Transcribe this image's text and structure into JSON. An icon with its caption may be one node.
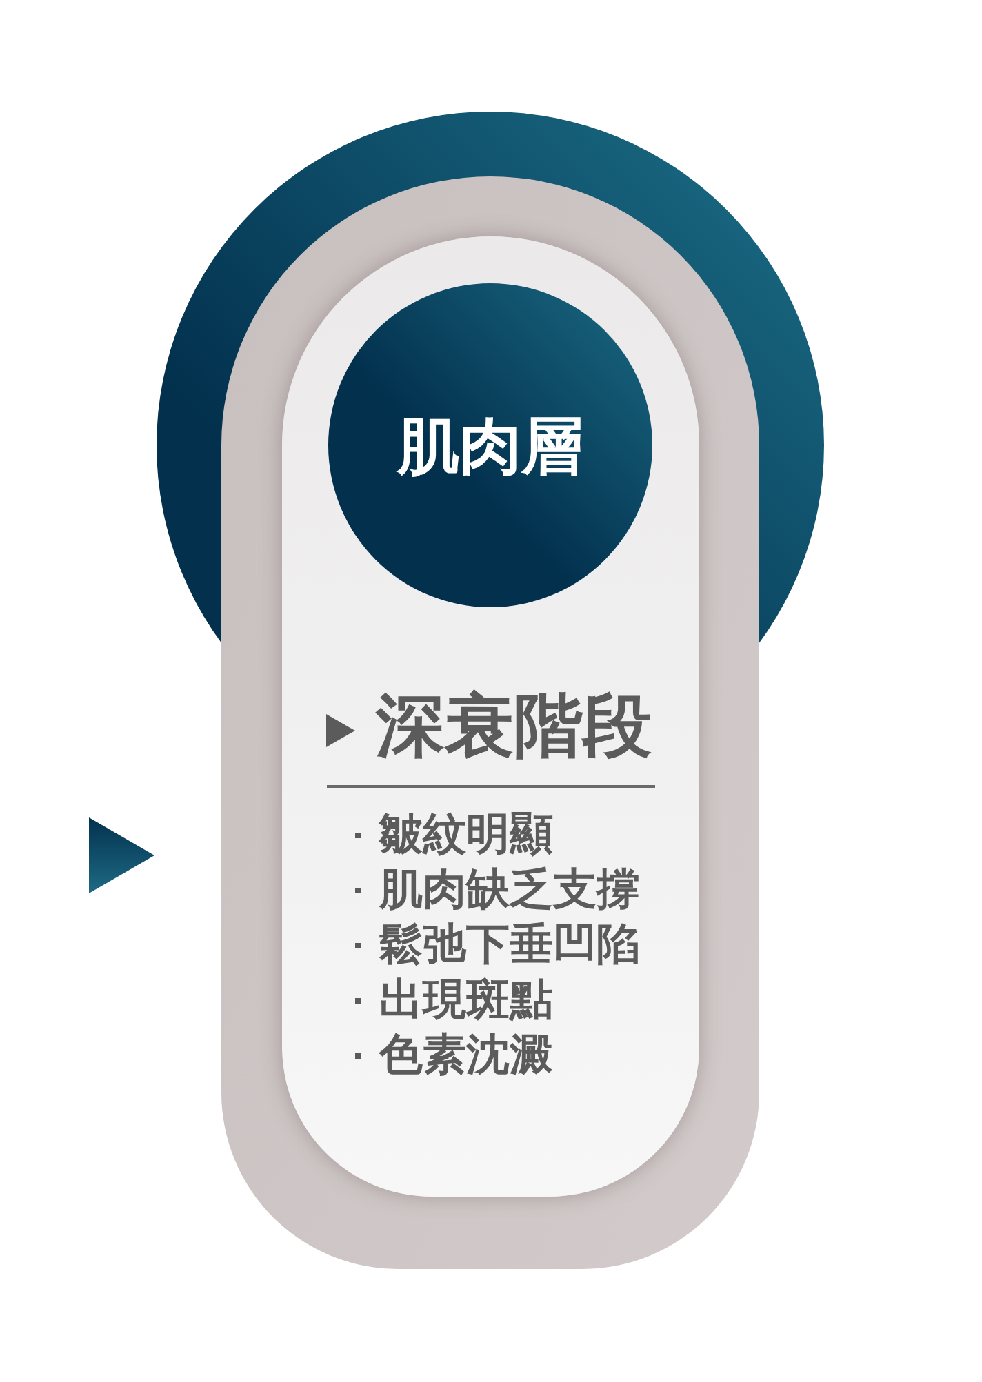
{
  "diagram": {
    "nodes": [
      {
        "text": [
          "深衰階段",
          "皺紋明顯",
          "肌肉缺乏支撐",
          "鬆弛下垂凹陷",
          "出現斑點",
          "色素沈澱"
        ]
      },
      {
        "text": [
          "肌肉層"
        ],
        "in": 0
      },
      {
        "text": [],
        "shape": "triangle"
      }
    ]
  }
}
